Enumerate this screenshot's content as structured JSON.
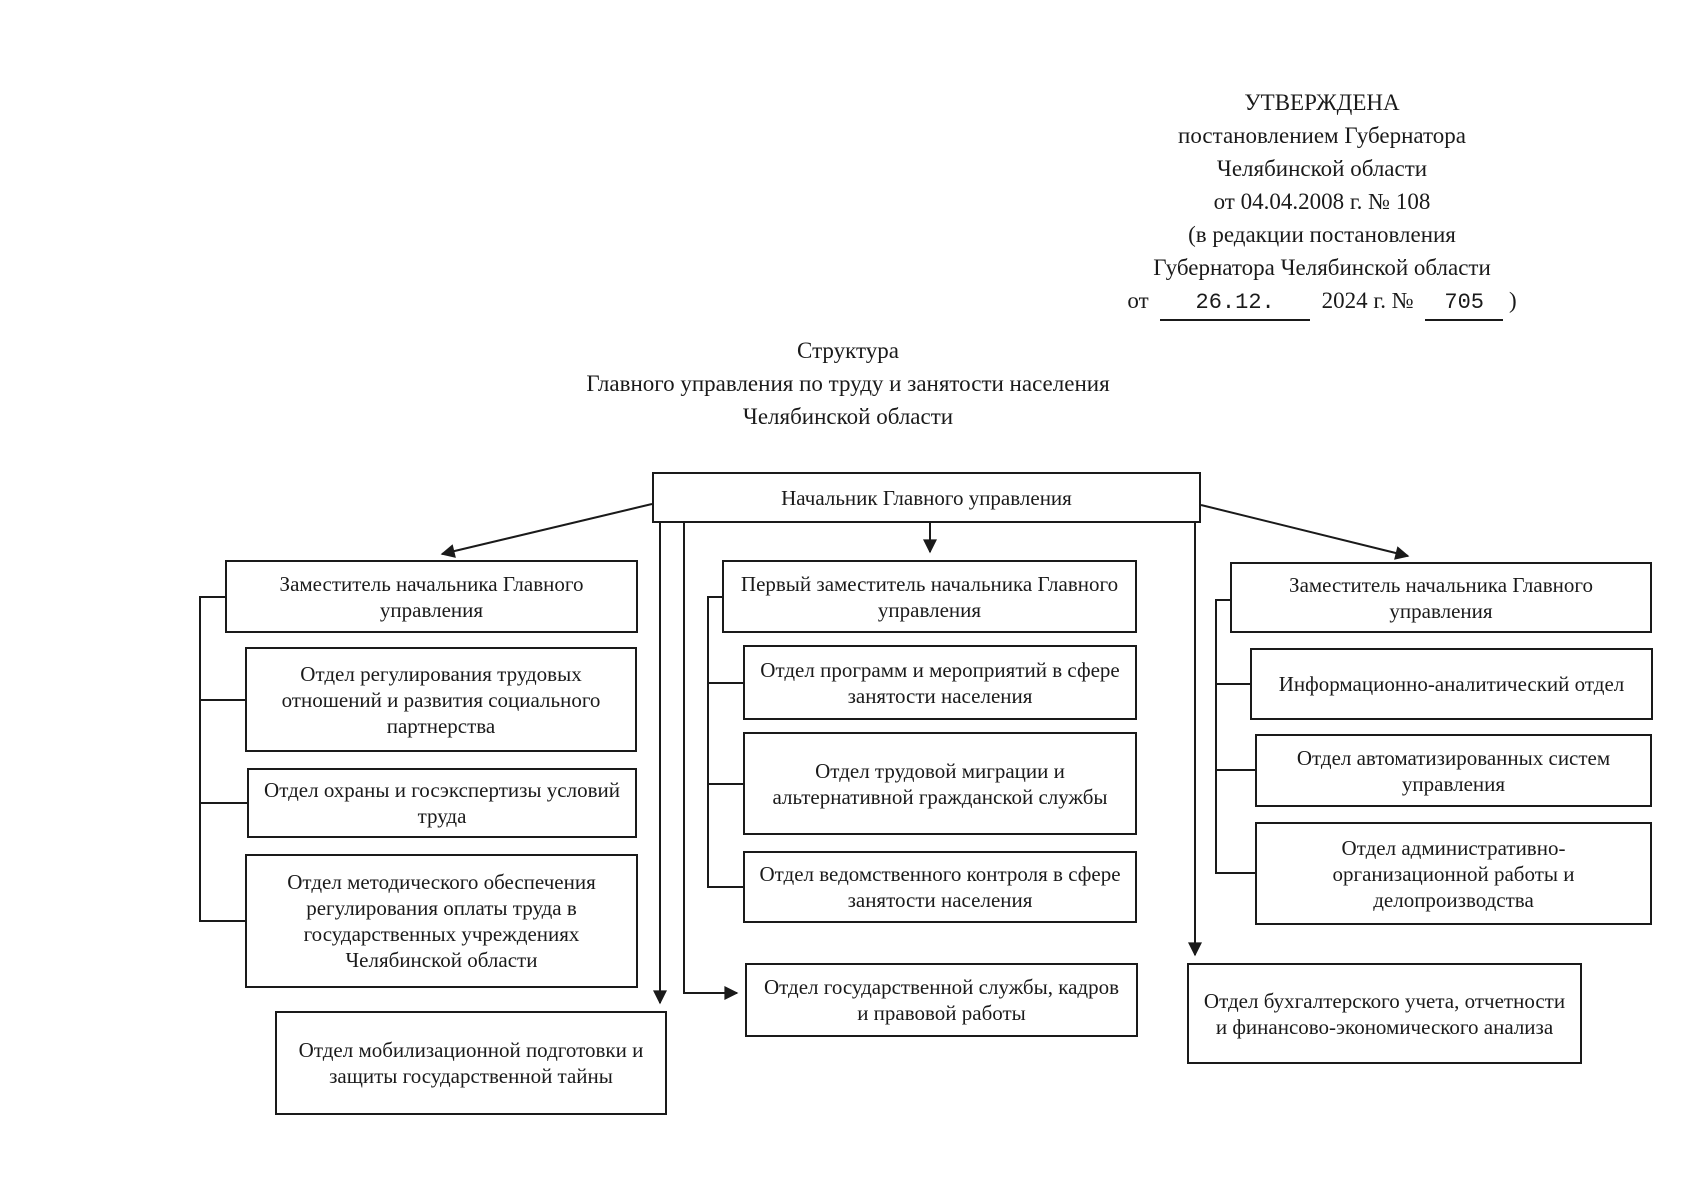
{
  "approval": {
    "line1": "УТВЕРЖДЕНА",
    "line2": "постановлением Губернатора",
    "line3": "Челябинской области",
    "line4": "от 04.04.2008 г. № 108",
    "line5": "(в редакции постановления",
    "line6": "Губернатора Челябинской области",
    "line7_prefix": "от",
    "line7_date": "26.12.",
    "line7_middle": "2024 г. №",
    "line7_number": "705",
    "line7_suffix": ")"
  },
  "title": {
    "line1": "Структура",
    "line2": "Главного управления по труду и занятости населения",
    "line3": "Челябинской области"
  },
  "org": {
    "head": {
      "label": "Начальник Главного управления"
    },
    "left": {
      "deputy": "Заместитель начальника Главного управления",
      "departments": [
        "Отдел регулирования трудовых отношений и развития социального партнерства",
        "Отдел охраны и госэкспертизы условий труда",
        "Отдел методического обеспечения регулирования оплаты труда в государственных учреждениях Челябинской области"
      ],
      "direct": "Отдел мобилизационной подготовки и защиты государственной тайны"
    },
    "middle": {
      "deputy": "Первый заместитель начальника Главного управления",
      "departments": [
        "Отдел программ и мероприятий в сфере занятости населения",
        "Отдел трудовой миграции и альтернативной гражданской службы",
        "Отдел ведомственного контроля в сфере занятости населения"
      ],
      "direct": "Отдел государственной службы, кадров и правовой работы"
    },
    "right": {
      "deputy": "Заместитель начальника Главного управления",
      "departments": [
        "Информационно-аналитический отдел",
        "Отдел автоматизированных систем управления",
        "Отдел административно-организационной работы и делопроизводства"
      ],
      "direct": "Отдел бухгалтерского учета, отчетности и финансово-экономического анализа"
    }
  },
  "colors": {
    "ink": "#1a1a1a",
    "paper": "#ffffff"
  }
}
